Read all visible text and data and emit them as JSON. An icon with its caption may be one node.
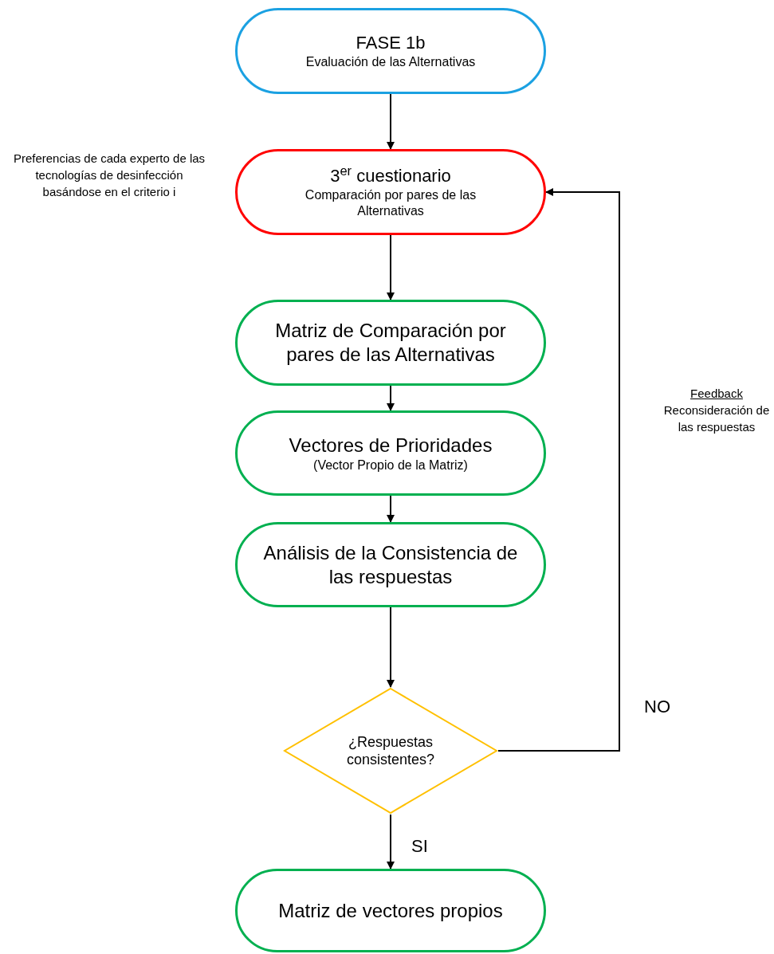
{
  "diagram": {
    "nodes": [
      {
        "text": [
          "FASE 1b",
          "Evaluación de las Alternativas"
        ]
      },
      {
        "text": [
          "3$^{er}$ cuestionario",
          "Comparación por pares de las Alternativas"
        ],
        "beside": [
          "Preferencias de cada experto de las tecnologías de desinfección basándose en el criterio i"
        ]
      },
      {
        "text": [
          "Matriz de Comparación por pares de las Alternativas"
        ]
      },
      {
        "text": [
          "Vectores de Prioridades",
          "(Vector Propio de la Matriz)"
        ]
      },
      {
        "text": [
          "Análisis de la Consistencia de las respuestas"
        ]
      },
      {
        "text": [
          "¿Respuestas consistentes?"
        ]
      },
      {
        "text": [
          "Matriz de vectores propios"
        ]
      }
    ],
    "edges": [
      {
        "from": 0,
        "to": 1,
        "arrow": "to"
      },
      {
        "from": 1,
        "to": 2,
        "arrow": "to"
      },
      {
        "from": 2,
        "to": 3,
        "arrow": "to"
      },
      {
        "from": 3,
        "to": 4,
        "arrow": "to"
      },
      {
        "from": 4,
        "to": 5,
        "arrow": "to"
      },
      {
        "from": 5,
        "to": 6,
        "arrow": "to",
        "label": "SI"
      },
      {
        "from": 5,
        "to": 1,
        "arrow": "to",
        "label": "NO"
      }
    ],
    "labels": [
      "Feedback",
      "Reconsideración de las respuestas"
    ]
  }
}
